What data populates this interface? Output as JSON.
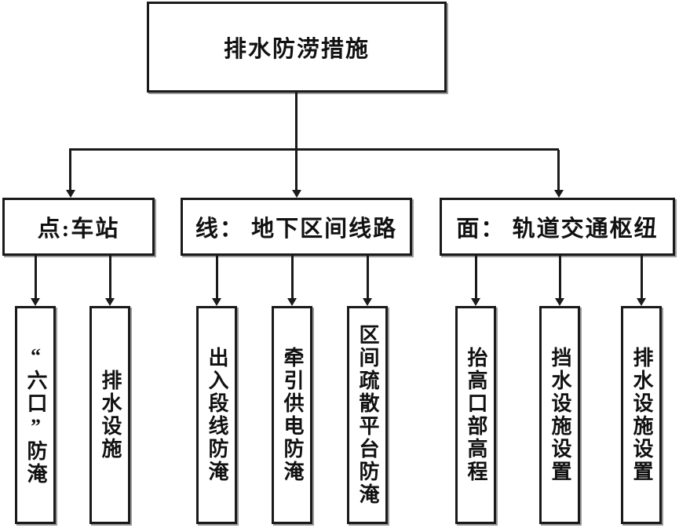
{
  "diagram": {
    "title": "排水防涝措施",
    "root": {
      "label": "排水防涝措施"
    },
    "branches": [
      {
        "label": "点:车站",
        "children": [
          "“六口”防淹",
          "排水设施"
        ]
      },
      {
        "label": "线： 地下区间线路",
        "children": [
          "出入段线防淹",
          "牵引供电防淹",
          "区间疏散平台防淹"
        ]
      },
      {
        "label": "面： 轨道交通枢纽",
        "children": [
          "抬高口部高程",
          "挡水设施设置",
          "排水设施设置"
        ]
      }
    ],
    "colors": {
      "background": "#ffffff",
      "line": "#1a1a1a",
      "box_border": "#1a1a1a",
      "box_shadow": "#9b9b9b",
      "text": "#111111"
    }
  }
}
